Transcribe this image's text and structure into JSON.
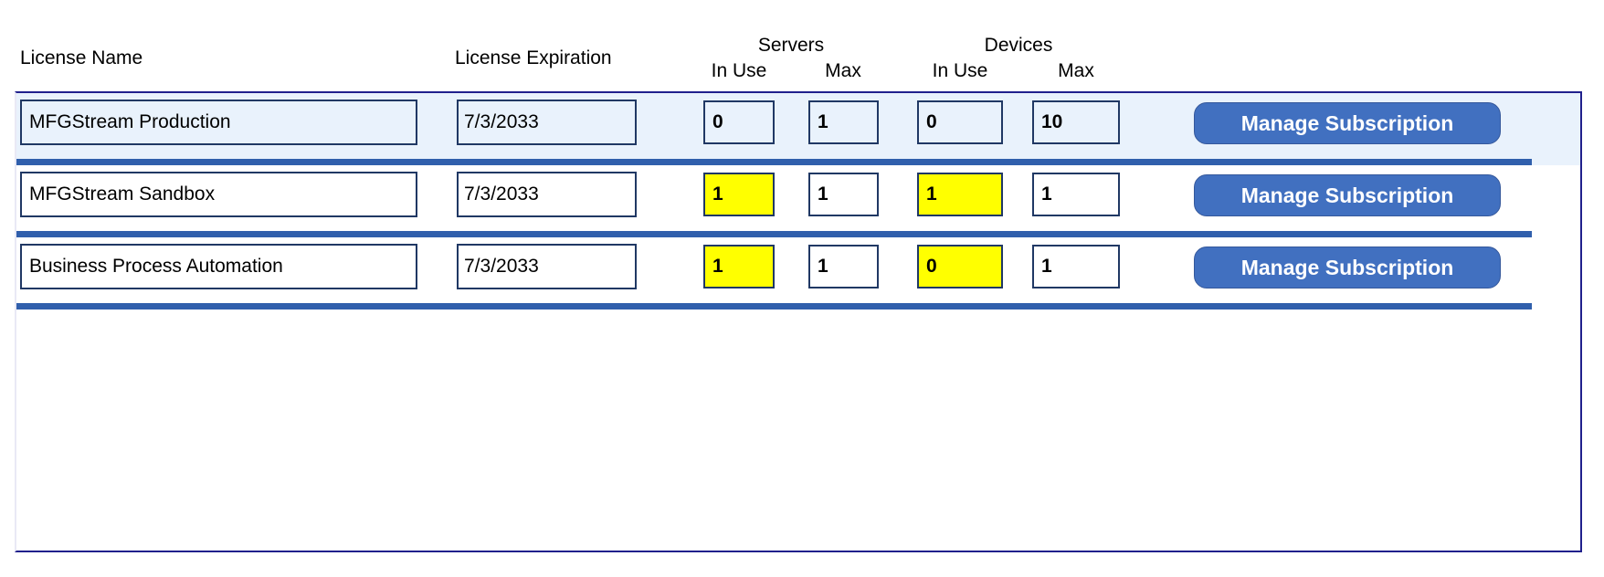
{
  "header": {
    "license_name": "License Name",
    "license_expiration": "License Expiration",
    "servers": "Servers",
    "devices": "Devices",
    "in_use": "In Use",
    "max": "Max"
  },
  "colors": {
    "selected_row_bg": "#E9F2FC",
    "divider_blue": "#305FAC",
    "button_blue": "#4170C0",
    "highlight_yellow": "#FFFF00",
    "field_border_navy": "#203864",
    "container_border_navy": "#20208C"
  },
  "rows": [
    {
      "license_name": "MFGStream Production",
      "license_expiration": "7/3/2033",
      "servers_in_use": "0",
      "servers_max": "1",
      "devices_in_use": "0",
      "devices_max": "10",
      "button_label": "Manage Subscription",
      "servers_in_use_highlight": false,
      "devices_in_use_highlight": false,
      "selected": true
    },
    {
      "license_name": "MFGStream Sandbox",
      "license_expiration": "7/3/2033",
      "servers_in_use": "1",
      "servers_max": "1",
      "devices_in_use": "1",
      "devices_max": "1",
      "button_label": "Manage Subscription",
      "servers_in_use_highlight": true,
      "devices_in_use_highlight": true,
      "selected": false
    },
    {
      "license_name": "Business Process Automation",
      "license_expiration": "7/3/2033",
      "servers_in_use": "1",
      "servers_max": "1",
      "devices_in_use": "0",
      "devices_max": "1",
      "button_label": "Manage Subscription",
      "servers_in_use_highlight": true,
      "devices_in_use_highlight": true,
      "selected": false
    }
  ]
}
